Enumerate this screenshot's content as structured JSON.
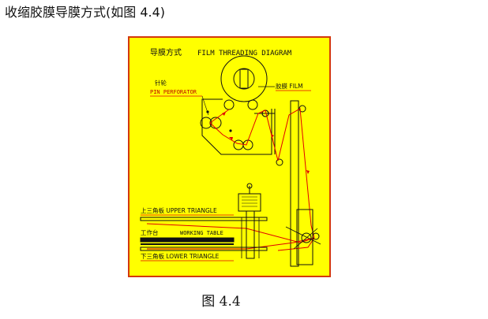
{
  "heading": "收缩胶膜导膜方式(如图 4.4)",
  "diagram": {
    "title_cn": "导膜方式",
    "title_en": "FILM THREADING DIAGRAM",
    "pin_perforator_cn": "针轮",
    "pin_perforator_en": "PIN PERFORATOR",
    "film_label": "胶膜 FILM",
    "upper_triangle_label": "上三角板 UPPER TRIANGLE",
    "working_table_cn": "工作台",
    "working_table_en": "WORKING TABLE",
    "lower_triangle_label": "下三角板 LOWER TRIANGLE",
    "colors": {
      "background": "#ffff00",
      "border": "#d4380d",
      "film_path": "#e00000",
      "lines": "#111111"
    }
  },
  "caption": "图 4.4"
}
